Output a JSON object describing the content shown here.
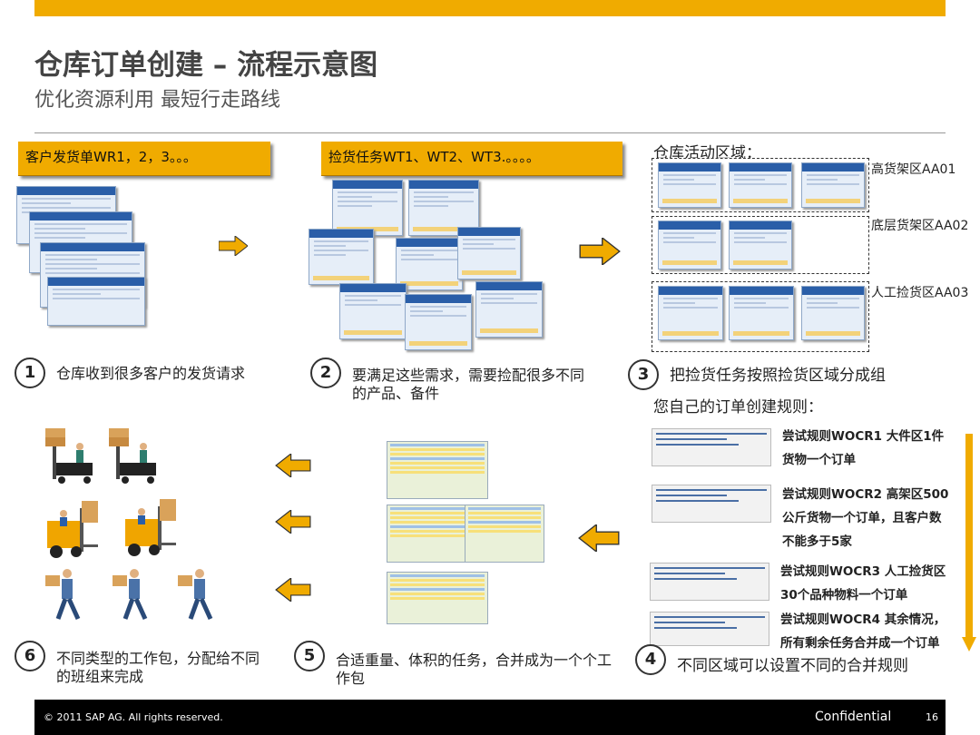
{
  "header": {
    "title": "仓库订单创建 – 流程示意图",
    "subtitle": "优化资源利用  最短行走路线"
  },
  "boxes": {
    "b1": "客户发货单WR1，2，3。。。",
    "b2": "捡货任务WT1、WT2、WT3.。。。。",
    "b3_title": "仓库活动区域："
  },
  "zones": [
    {
      "label": "高货架区AA01"
    },
    {
      "label": "底层货架区AA02"
    },
    {
      "label": "人工捡货区AA03"
    }
  ],
  "steps": [
    {
      "num": "1",
      "text": "仓库收到很多客户的发货请求"
    },
    {
      "num": "2",
      "text": "要满足这些需求，需要捡配很多不同的产品、备件"
    },
    {
      "num": "3",
      "text": "把捡货任务按照捡货区域分成组"
    },
    {
      "num": "4",
      "text": "不同区域可以设置不同的合并规则"
    },
    {
      "num": "5",
      "text": "合适重量、体积的任务，合并成为一个个工作包"
    },
    {
      "num": "6",
      "text": "不同类型的工作包，分配给不同的班组来完成"
    }
  ],
  "rules_title": "您自己的订单创建规则：",
  "rules": [
    {
      "line1": "尝试规则WOCR1 大件区1件",
      "line2": "货物一个订单"
    },
    {
      "line1": "尝试规则WOCR2 高架区500",
      "line2": "公斤货物一个订单，且客户数",
      "line3": "不能多于5家"
    },
    {
      "line1": "尝试规则WOCR3 人工捡货区",
      "line2": "30个品种物料一个订单"
    },
    {
      "line1": "尝试规则WOCR4 其余情况，",
      "line2": "所有剩余任务合并成一个订单"
    }
  ],
  "footer": {
    "copyright": "© 2011 SAP AG. All rights reserved.",
    "confidential": "Confidential",
    "page": "16"
  },
  "colors": {
    "accent": "#f0ab00",
    "arrow_fill": "#f0ab00",
    "footer_bg": "#000000"
  }
}
